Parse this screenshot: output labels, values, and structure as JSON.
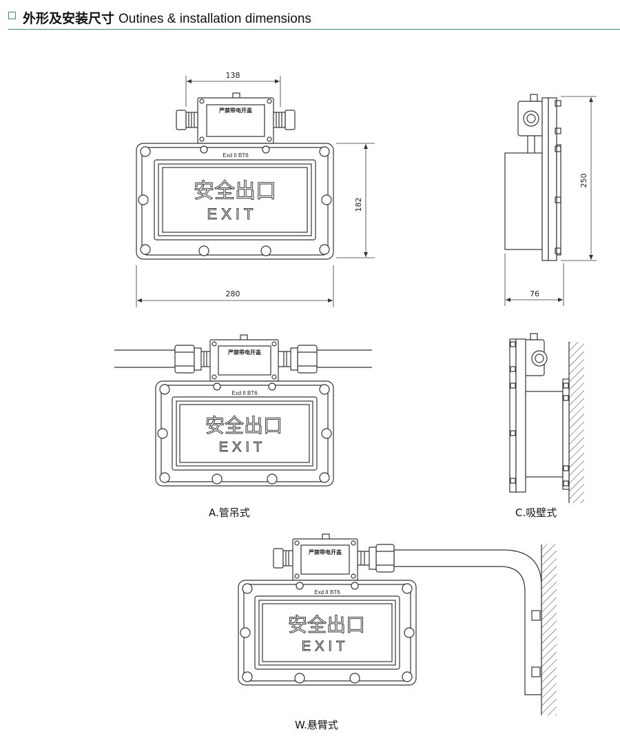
{
  "header": {
    "title_zh": "外形及安装尺寸",
    "title_en": "Outines & installation dimensions"
  },
  "plate": {
    "marking": "Exd II BT6",
    "junction_label": "严禁带电开盖",
    "sign_zh": "安全出口",
    "sign_en": "EXIT"
  },
  "dimensions": {
    "junction_width": "138",
    "body_height": "182",
    "body_width": "280",
    "side_height": "250",
    "side_depth": "76"
  },
  "captions": {
    "pipe_hanging": "A.管吊式",
    "wall_mount": "C.吸壁式",
    "cantilever": "W.悬臂式"
  },
  "colors": {
    "accent": "#2f9a5a",
    "line": "#333333"
  }
}
